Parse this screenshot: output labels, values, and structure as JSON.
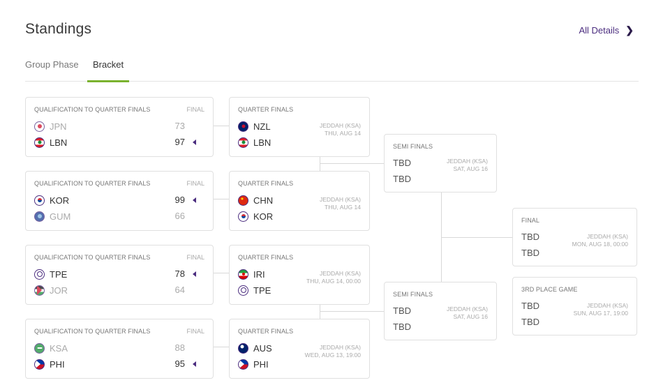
{
  "header": {
    "title": "Standings",
    "details_label": "All Details",
    "details_icon": "chevron-right-icon"
  },
  "tabs": [
    {
      "label": "Group Phase",
      "active": false
    },
    {
      "label": "Bracket",
      "active": true
    }
  ],
  "colors": {
    "accent": "#7ab22e",
    "brand": "#4b2d7f",
    "muted": "#aaaaaa"
  },
  "qualification": [
    {
      "header": "QUALIFICATION TO QUARTER FINALS",
      "status": "FINAL",
      "teams": [
        {
          "name": "JPN",
          "score": "73",
          "winner": false
        },
        {
          "name": "LBN",
          "score": "97",
          "winner": true
        }
      ]
    },
    {
      "header": "QUALIFICATION TO QUARTER FINALS",
      "status": "FINAL",
      "teams": [
        {
          "name": "KOR",
          "score": "99",
          "winner": true
        },
        {
          "name": "GUM",
          "score": "66",
          "winner": false
        }
      ]
    },
    {
      "header": "QUALIFICATION TO QUARTER FINALS",
      "status": "FINAL",
      "teams": [
        {
          "name": "TPE",
          "score": "78",
          "winner": true
        },
        {
          "name": "JOR",
          "score": "64",
          "winner": false
        }
      ]
    },
    {
      "header": "QUALIFICATION TO QUARTER FINALS",
      "status": "FINAL",
      "teams": [
        {
          "name": "KSA",
          "score": "88",
          "winner": false
        },
        {
          "name": "PHI",
          "score": "95",
          "winner": true
        }
      ]
    }
  ],
  "quarter": [
    {
      "header": "QUARTER FINALS",
      "venue": "JEDDAH (KSA)",
      "date": "THU, AUG 14",
      "teams": [
        "NZL",
        "LBN"
      ]
    },
    {
      "header": "QUARTER FINALS",
      "venue": "JEDDAH (KSA)",
      "date": "THU, AUG 14",
      "teams": [
        "CHN",
        "KOR"
      ]
    },
    {
      "header": "QUARTER FINALS",
      "venue": "JEDDAH (KSA)",
      "date": "THU, AUG 14, 00:00",
      "teams": [
        "IRI",
        "TPE"
      ]
    },
    {
      "header": "QUARTER FINALS",
      "venue": "JEDDAH (KSA)",
      "date": "WED, AUG 13, 19:00",
      "teams": [
        "AUS",
        "PHI"
      ]
    }
  ],
  "semi": [
    {
      "header": "SEMI FINALS",
      "venue": "JEDDAH (KSA)",
      "date": "SAT, AUG 16",
      "teams": [
        "TBD",
        "TBD"
      ]
    },
    {
      "header": "SEMI FINALS",
      "venue": "JEDDAH (KSA)",
      "date": "SAT, AUG 16",
      "teams": [
        "TBD",
        "TBD"
      ]
    }
  ],
  "final": {
    "header": "FINAL",
    "venue": "JEDDAH (KSA)",
    "date": "MON, AUG 18, 00:00",
    "teams": [
      "TBD",
      "TBD"
    ]
  },
  "third": {
    "header": "3RD PLACE GAME",
    "venue": "JEDDAH (KSA)",
    "date": "SUN, AUG 17, 19:00",
    "teams": [
      "TBD",
      "TBD"
    ]
  }
}
